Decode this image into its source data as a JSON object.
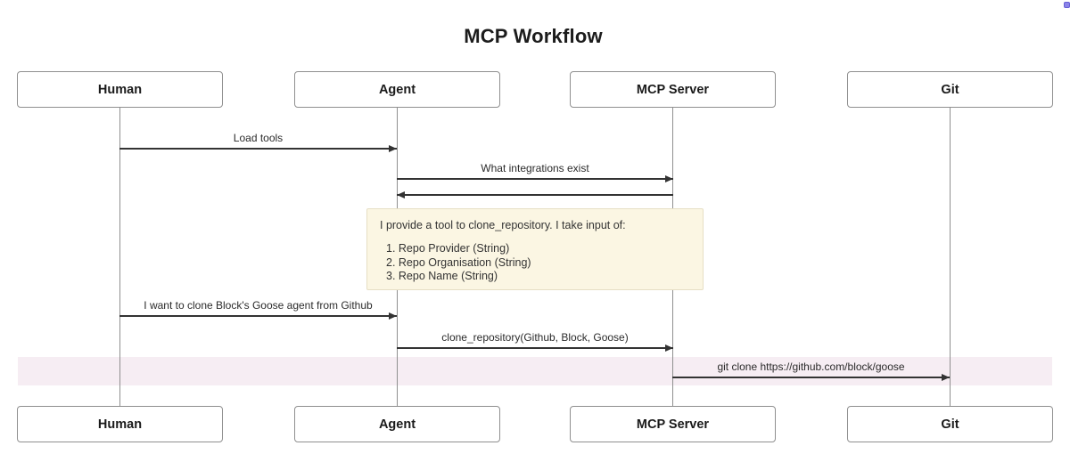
{
  "diagram": {
    "type": "sequence",
    "title": "MCP Workflow",
    "actors": [
      {
        "name": "Human"
      },
      {
        "name": "Agent"
      },
      {
        "name": "MCP Server"
      },
      {
        "name": "Git"
      }
    ],
    "messages": [
      {
        "from": "Human",
        "to": "Agent",
        "label": "Load tools"
      },
      {
        "from": "Agent",
        "to": "MCP Server",
        "label": "What integrations exist"
      },
      {
        "from": "MCP Server",
        "to": "Agent",
        "label": ""
      },
      {
        "from": "Human",
        "to": "Agent",
        "label": "I want to clone Block's Goose agent from Github"
      },
      {
        "from": "Agent",
        "to": "MCP Server",
        "label": "clone_repository(Github, Block, Goose)"
      },
      {
        "from": "MCP Server",
        "to": "Git",
        "label": "git clone https://github.com/block/goose"
      }
    ],
    "note": {
      "attached_to": "MCP Server",
      "intro": "I provide a tool to clone_repository. I take input of:",
      "items": [
        "1. Repo Provider (String)",
        "2. Repo Organisation (String)",
        "3. Repo Name (String)"
      ]
    },
    "colors": {
      "note_fill": "#fbf6e3",
      "note_border": "#e6dfc5",
      "highlight_band_fill": "#f6edf3",
      "arrow": "#333333",
      "actor_border": "#8f8f8f",
      "lifeline": "#8f8f8f",
      "corner_dot": "#8b84e8"
    }
  }
}
